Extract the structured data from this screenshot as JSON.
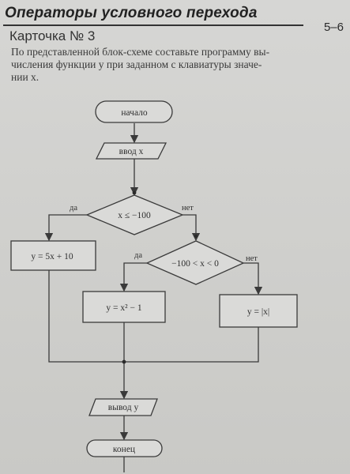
{
  "header": {
    "title": "Операторы условного перехода",
    "page_range": "5–6"
  },
  "card": {
    "label": "Карточка № 3"
  },
  "task": {
    "lines": [
      "По представленной блок-схеме составьте программу вы-",
      "числения функции y при заданном с клавиатуры значе-",
      "нии x."
    ]
  },
  "flowchart": {
    "nodes": {
      "start": "начало",
      "input": "ввод x",
      "condition1": "x ≤ −100",
      "process1": "y = 5x + 10",
      "condition2": "−100 < x < 0",
      "process2": "y = x² − 1",
      "process3": "y = |x|",
      "output": "вывод y",
      "end": "конец"
    },
    "branches": {
      "yes": "да",
      "no": "нет"
    }
  },
  "colors": {
    "paper": "#d2d2d0",
    "ink": "#3a3a3a"
  }
}
